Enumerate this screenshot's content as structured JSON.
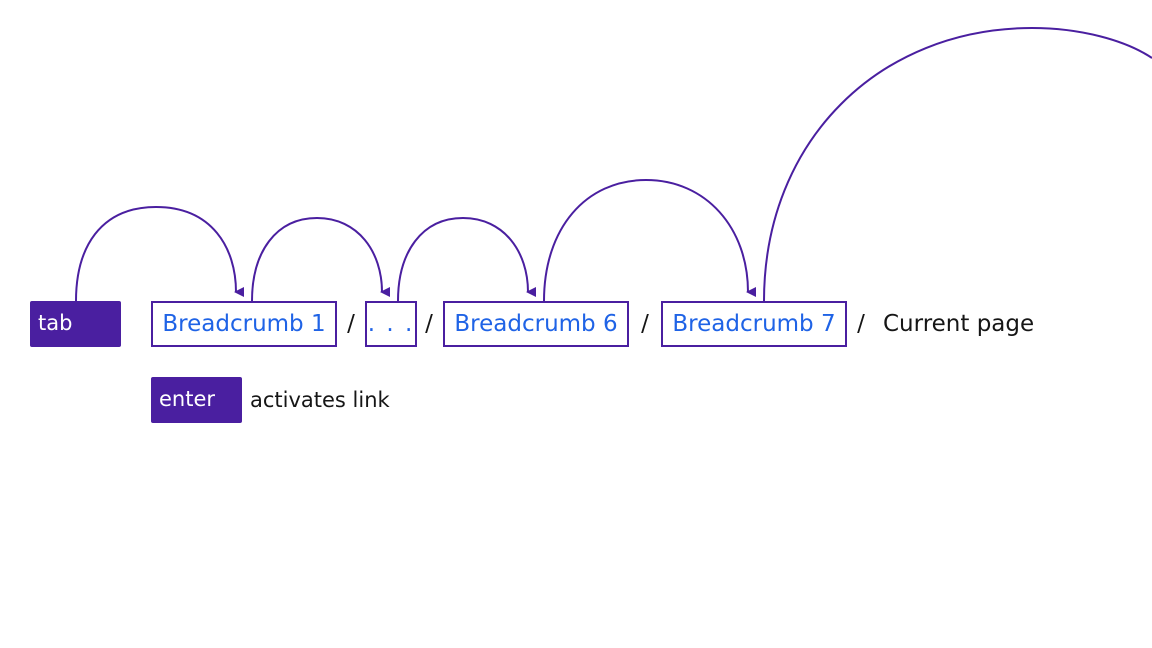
{
  "keys": {
    "tab_label": "tab",
    "enter_label": "enter"
  },
  "breadcrumbs": {
    "items": [
      {
        "label": "Breadcrumb 1"
      },
      {
        "label": ". . ."
      },
      {
        "label": "Breadcrumb 6"
      },
      {
        "label": "Breadcrumb 7"
      }
    ],
    "separator": "/",
    "current_page": "Current page"
  },
  "hint": {
    "text": "activates link"
  },
  "colors": {
    "key_background": "#4a1fa0",
    "link_text": "#1f63e6",
    "border_and_arrows": "#4a1fa0",
    "body_text": "#161616"
  }
}
